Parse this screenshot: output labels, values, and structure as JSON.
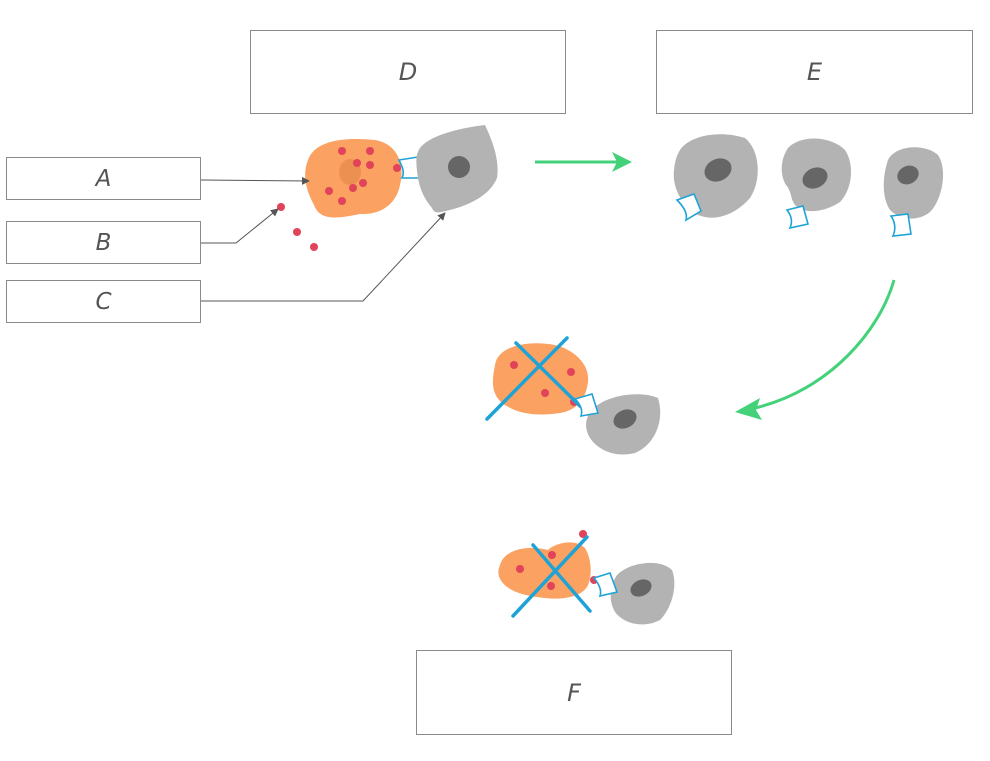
{
  "labels": {
    "a": "A",
    "b": "B",
    "c": "C",
    "d": "D",
    "e": "E",
    "f": "F"
  },
  "colors": {
    "infected_cell": "#fba263",
    "dot": "#e0435a",
    "immune_cell": "#b3b3b3",
    "nucleus": "#666666",
    "receptor": "#1fa3d6",
    "cross": "#1fa3d6",
    "flow_arrow": "#43d27a",
    "pointer": "#555555"
  }
}
